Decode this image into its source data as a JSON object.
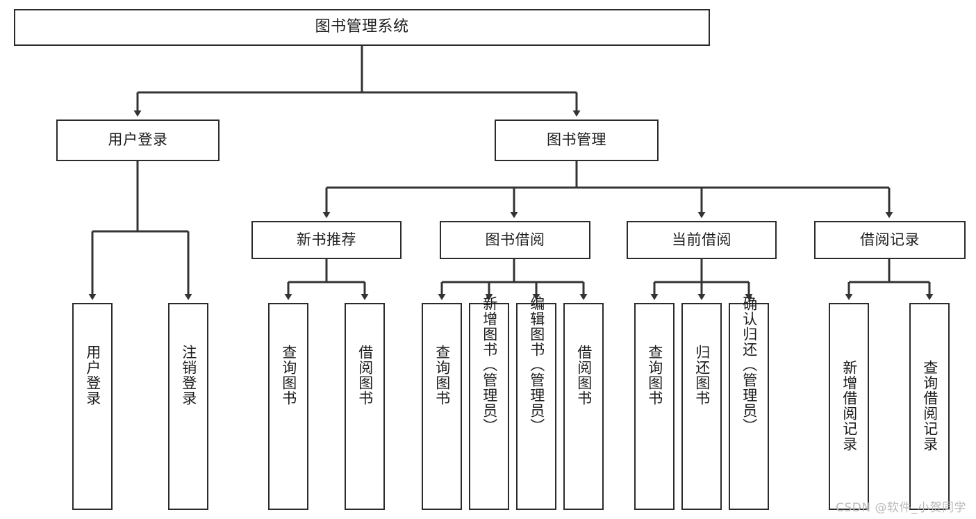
{
  "diagram": {
    "title": "图书管理系统",
    "type": "tree",
    "colors": {
      "box_border": "#2b2b2b",
      "box_fill": "#ffffff",
      "connector": "#333333",
      "text": "#1c1c1c",
      "watermark": "#b9b9b9"
    },
    "nodes": {
      "root": {
        "label": "图书管理系统"
      },
      "level2": [
        {
          "id": "user-login",
          "label": "用户登录"
        },
        {
          "id": "book-management",
          "label": "图书管理"
        }
      ],
      "level3": [
        {
          "id": "new-book-recommend",
          "label": "新书推荐"
        },
        {
          "id": "book-borrow",
          "label": "图书借阅"
        },
        {
          "id": "current-borrow",
          "label": "当前借阅"
        },
        {
          "id": "borrow-record",
          "label": "借阅记录"
        }
      ],
      "leaves": {
        "user_login": [
          {
            "id": "leaf-user-login",
            "label": "用户登录"
          },
          {
            "id": "leaf-logout-login",
            "label": "注销登录"
          }
        ],
        "new_book_recommend": [
          {
            "id": "leaf-query-book-1",
            "label": "查询图书"
          },
          {
            "id": "leaf-borrow-book-1",
            "label": "借阅图书"
          }
        ],
        "book_borrow": [
          {
            "id": "leaf-query-book-2",
            "label": "查询图书"
          },
          {
            "id": "leaf-add-book",
            "label": "新增图书（管理员）"
          },
          {
            "id": "leaf-edit-book",
            "label": "编辑图书（管理员）"
          },
          {
            "id": "leaf-borrow-book-2",
            "label": "借阅图书"
          }
        ],
        "current_borrow": [
          {
            "id": "leaf-query-book-3",
            "label": "查询图书"
          },
          {
            "id": "leaf-return-book",
            "label": "归还图书"
          },
          {
            "id": "leaf-confirm-return",
            "label": "确认归还（管理员）"
          }
        ],
        "borrow_record": [
          {
            "id": "leaf-add-record",
            "label": "新增借阅记录"
          },
          {
            "id": "leaf-query-record",
            "label": "查询借阅记录"
          }
        ]
      }
    },
    "watermark": "CSDN @软件_小贺同学"
  }
}
